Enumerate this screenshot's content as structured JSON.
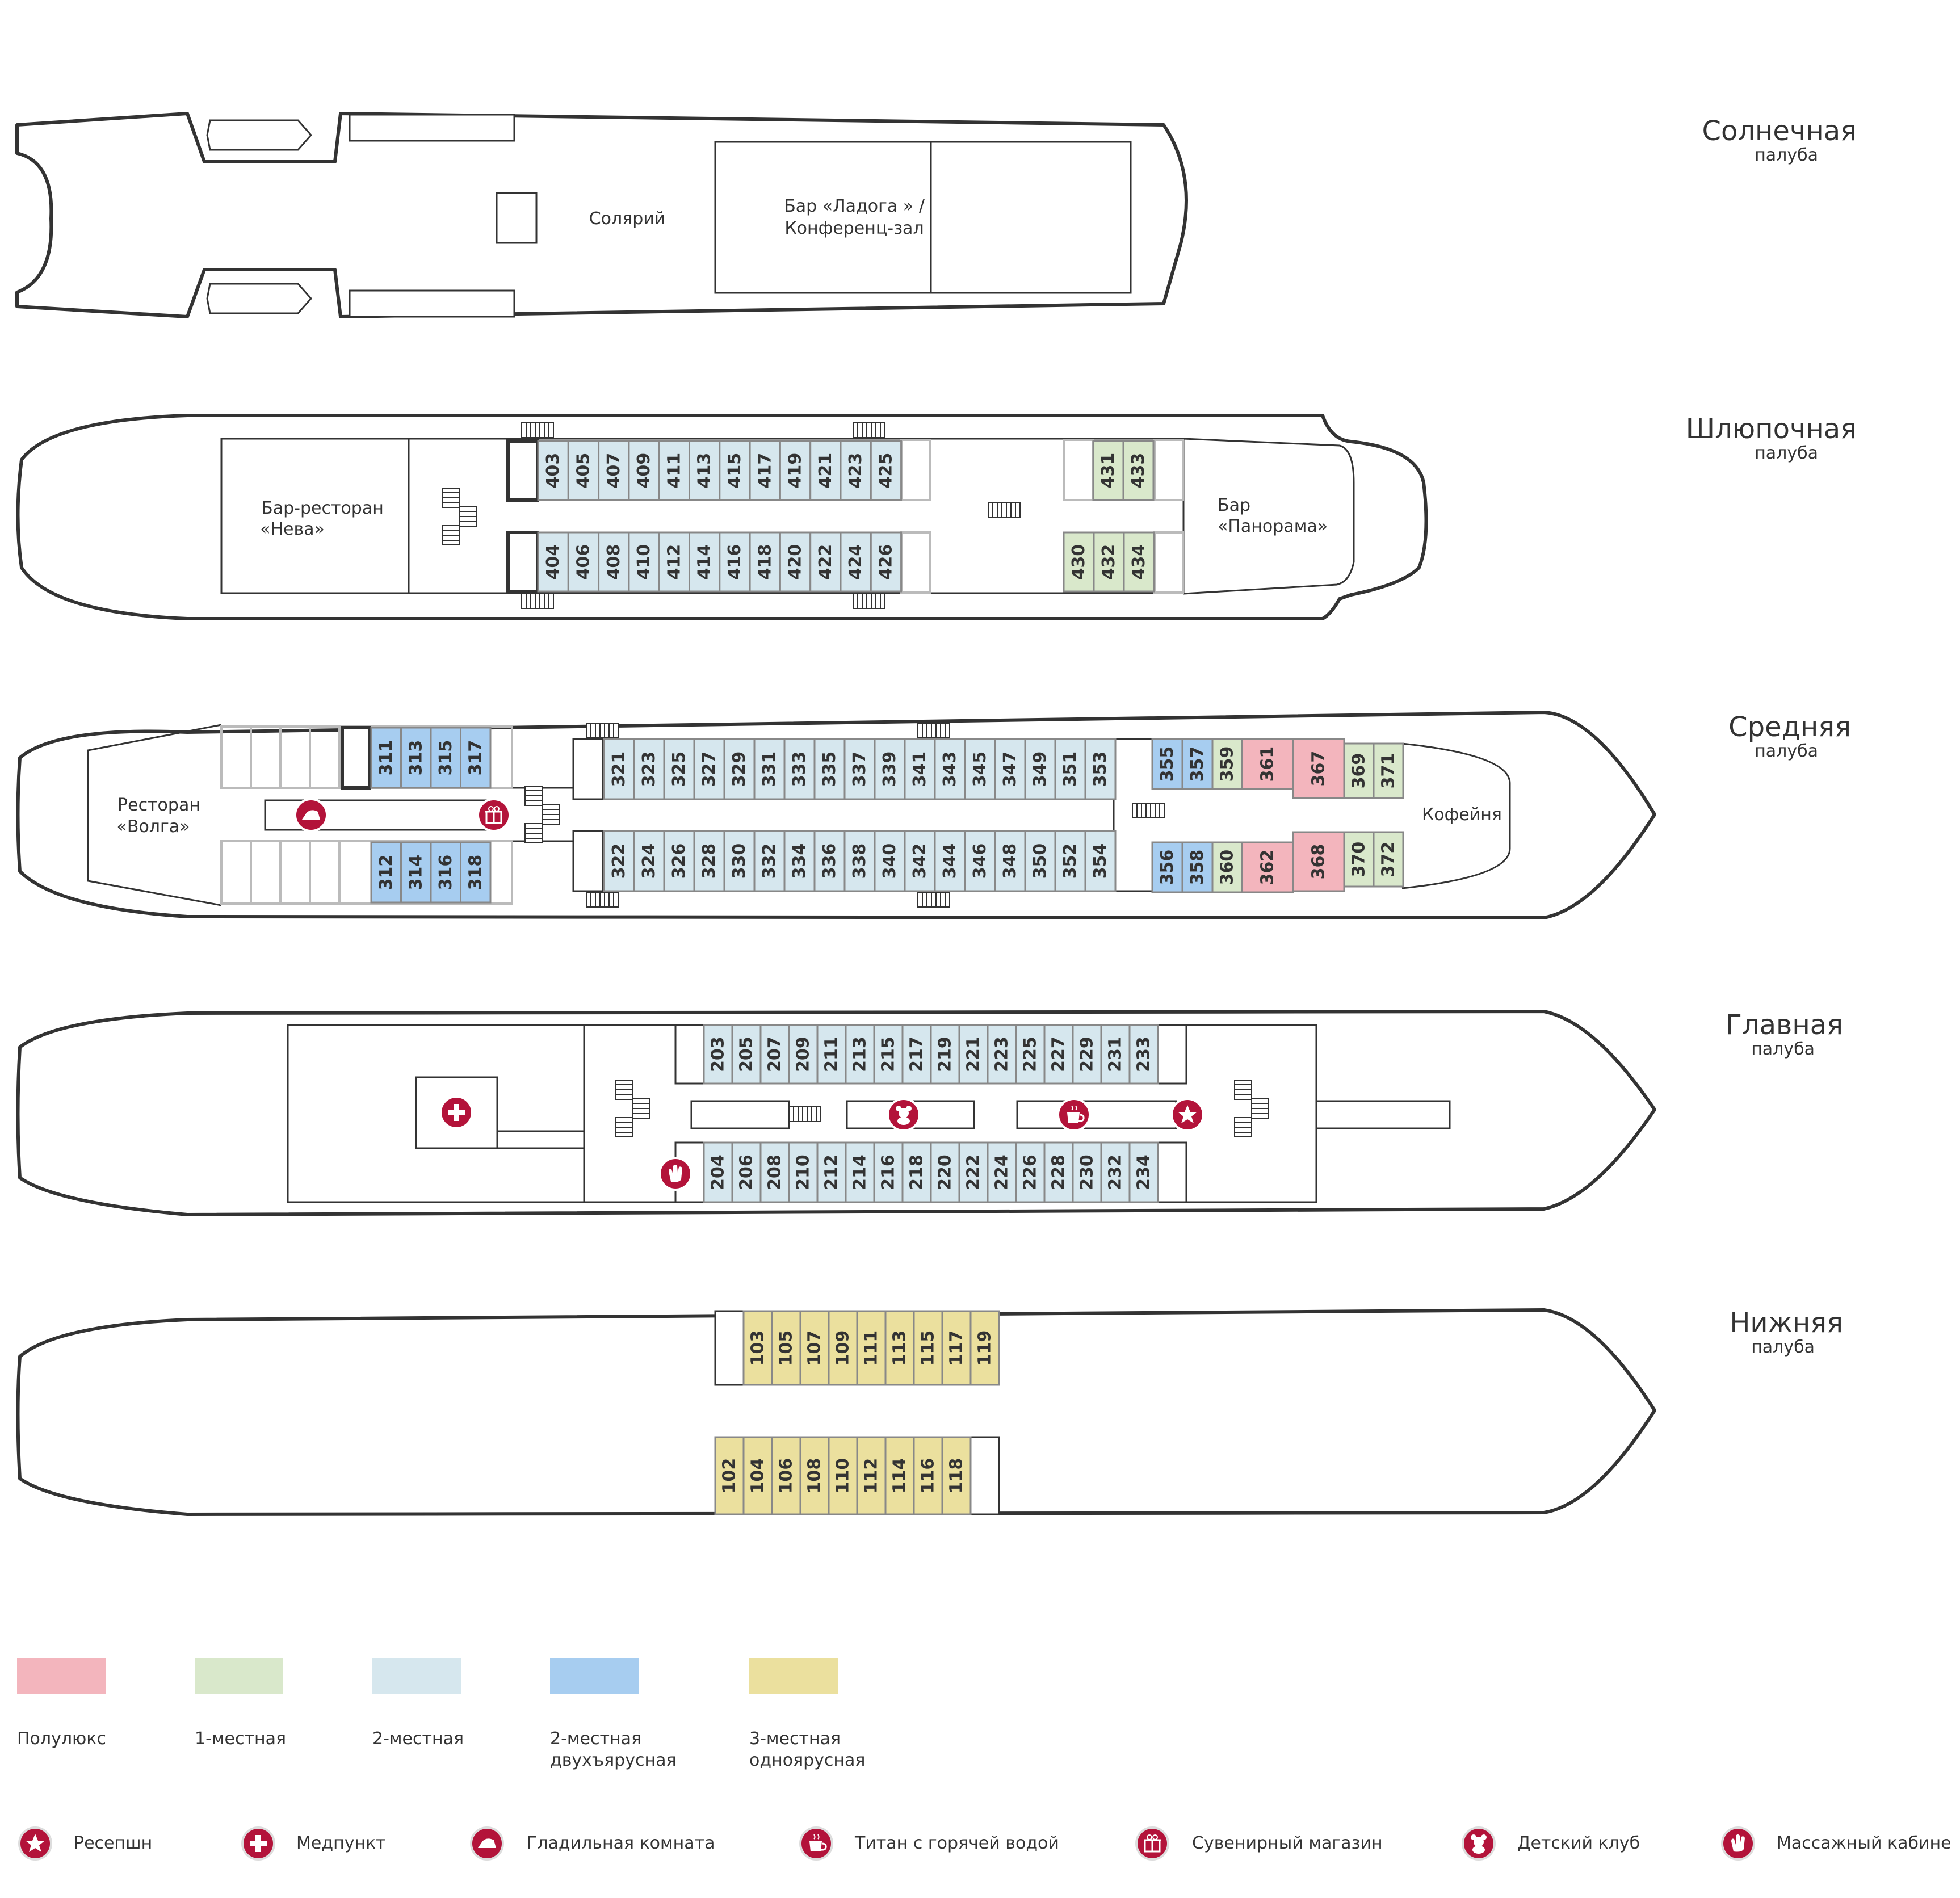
{
  "colors": {
    "semi_lux": "#f3b5bd",
    "single": "#d9e8cb",
    "double": "#d6e7ee",
    "double_bunk": "#a7cdf0",
    "triple": "#ebe09e",
    "outline": "#333333",
    "icon_red": "#b3133a"
  },
  "decks": {
    "sun": {
      "name": "Солнечная",
      "sub": "палуба",
      "labels": {
        "solarium": "Солярий",
        "bar1": "Бар «Ладога » /",
        "bar2": "Конференц-зал"
      }
    },
    "boat": {
      "name": "Шлюпочная",
      "sub": "палуба",
      "labels": {
        "rest1": "Бар-ресторан",
        "rest2": "«Нева»",
        "bar1": "Бар",
        "bar2": "«Панорама»"
      },
      "cabins_top": [
        "403",
        "405",
        "407",
        "409",
        "411",
        "413",
        "415",
        "417",
        "419",
        "421",
        "423",
        "425"
      ],
      "cabins_bottom": [
        "404",
        "406",
        "408",
        "410",
        "412",
        "414",
        "416",
        "418",
        "420",
        "422",
        "424",
        "426"
      ],
      "single_top": [
        "431",
        "433"
      ],
      "single_bottom": [
        "430",
        "432",
        "434"
      ]
    },
    "middle": {
      "name": "Средняя",
      "sub": "палуба",
      "labels": {
        "rest1": "Ресторан",
        "rest2": "«Волга»",
        "cafe": "Кофейня"
      },
      "bunk_top": [
        "311",
        "313",
        "315",
        "317"
      ],
      "bunk_bottom": [
        "312",
        "314",
        "316",
        "318"
      ],
      "cabins_top": [
        "321",
        "323",
        "325",
        "327",
        "329",
        "331",
        "333",
        "335",
        "337",
        "339",
        "341",
        "343",
        "345",
        "347",
        "349",
        "351",
        "353"
      ],
      "cabins_bottom": [
        "322",
        "324",
        "326",
        "328",
        "330",
        "332",
        "334",
        "336",
        "338",
        "340",
        "342",
        "344",
        "346",
        "348",
        "350",
        "352",
        "354"
      ],
      "bunk_top2": [
        "355",
        "357"
      ],
      "bunk_bottom2": [
        "356",
        "358"
      ],
      "single_a_top": [
        "359"
      ],
      "single_a_bottom": [
        "360"
      ],
      "semi_top": [
        "361",
        "367"
      ],
      "semi_bottom": [
        "362",
        "368"
      ],
      "single_b_top": [
        "369",
        "371"
      ],
      "single_b_bottom": [
        "370",
        "372"
      ]
    },
    "main": {
      "name": "Главная",
      "sub": "палуба",
      "cabins_top": [
        "203",
        "205",
        "207",
        "209",
        "211",
        "213",
        "215",
        "217",
        "219",
        "221",
        "223",
        "225",
        "227",
        "229",
        "231",
        "233"
      ],
      "cabins_bottom": [
        "204",
        "206",
        "208",
        "210",
        "212",
        "214",
        "216",
        "218",
        "220",
        "222",
        "224",
        "226",
        "228",
        "230",
        "232",
        "234"
      ]
    },
    "lower": {
      "name": "Нижняя",
      "sub": "палуба",
      "cabins_top": [
        "103",
        "105",
        "107",
        "109",
        "111",
        "113",
        "115",
        "117",
        "119"
      ],
      "cabins_bottom": [
        "102",
        "104",
        "106",
        "108",
        "110",
        "112",
        "114",
        "116",
        "118"
      ]
    }
  },
  "legend": [
    {
      "label": "Полулюкс",
      "color": "#f3b5bd"
    },
    {
      "label": "1-местная",
      "color": "#d9e8cb"
    },
    {
      "label": "2-местная",
      "color": "#d6e7ee"
    },
    {
      "label": "2-местная\nдвухъярусная",
      "color": "#a7cdf0"
    },
    {
      "label": "3-местная\nодноярусная",
      "color": "#ebe09e"
    }
  ],
  "services": [
    {
      "label": "Ресепшн",
      "icon": "star-icon"
    },
    {
      "label": "Медпункт",
      "icon": "medical-cross-icon"
    },
    {
      "label": "Гладильная комната",
      "icon": "iron-icon"
    },
    {
      "label": "Титан с горячей водой",
      "icon": "hot-water-cup-icon"
    },
    {
      "label": "Сувенирный магазин",
      "icon": "gift-icon"
    },
    {
      "label": "Детский клуб",
      "icon": "teddy-bear-icon"
    },
    {
      "label": "Массажный кабине",
      "icon": "massage-hand-icon"
    }
  ]
}
